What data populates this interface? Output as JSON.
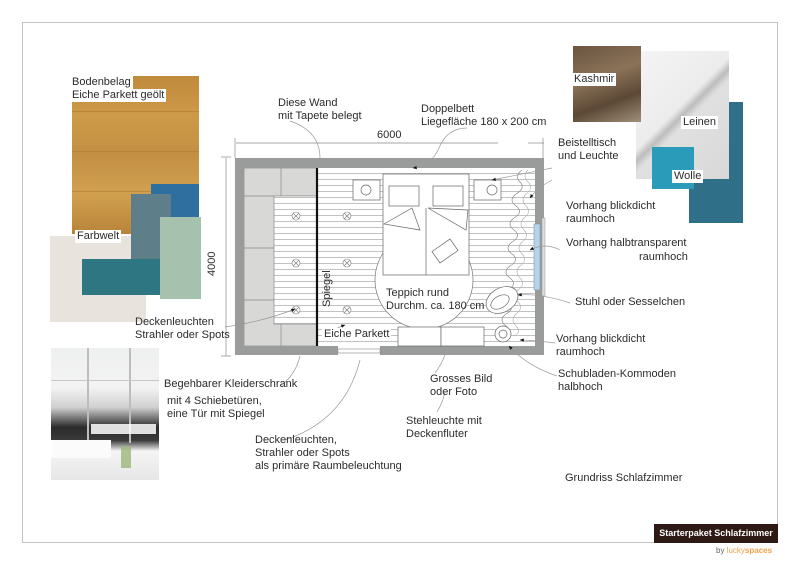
{
  "title": "Grundriss Schlafzimmer",
  "footer": {
    "package": "Starterpaket Schlafzimmer",
    "by": "by",
    "brand_lucky": "lucky",
    "brand_spaces": "spaces"
  },
  "dimensions": {
    "width": "6000",
    "depth": "4000"
  },
  "moodboard": {
    "floor": {
      "label_line1": "Bodenbelag",
      "label_line2": "Eiche Parkett geölt",
      "color": "#c6943f"
    },
    "palette": {
      "label": "Farbwelt",
      "swatches": [
        {
          "name": "concrete",
          "color": "#e7e3dc"
        },
        {
          "name": "blue",
          "color": "#2f6fa0"
        },
        {
          "name": "slate",
          "color": "#5e7f8a"
        },
        {
          "name": "petrol",
          "color": "#2f7683"
        },
        {
          "name": "sage",
          "color": "#a6c2ae"
        }
      ]
    },
    "textiles": [
      {
        "label": "Kashmir",
        "color": "#7a654c"
      },
      {
        "label": "Leinen",
        "color": "#e3e3e3"
      },
      {
        "label": "Wolle",
        "color": "#2a9bb8"
      },
      {
        "label": "",
        "color": "#2f6f88"
      }
    ],
    "wardrobe_photo": {
      "alt": "Begehbarer Kleiderschrank mit Spiegeltüren"
    }
  },
  "plan_labels": {
    "wall_paper": {
      "line1": "Diese Wand",
      "line2": "mit Tapete belegt"
    },
    "bed": {
      "line1": "Doppelbett",
      "line2": "Liegefläche 180 x 200 cm"
    },
    "side_table": {
      "line1": "Beistelltisch",
      "line2": "und Leuchte"
    },
    "curtain_opaque_top": {
      "line1": "Vorhang blickdicht",
      "line2": "raumhoch"
    },
    "curtain_sheer": {
      "line1": "Vorhang halbtransparent",
      "line2": "raumhoch"
    },
    "chair": {
      "line1": "Stuhl oder Sesselchen"
    },
    "curtain_opaque_bottom": {
      "line1": "Vorhang blickdicht",
      "line2": "raumhoch"
    },
    "dressers": {
      "line1": "Schubladen-Kommoden",
      "line2": "halbhoch"
    },
    "rug": {
      "line1": "Teppich rund",
      "line2": "Durchm. ca. 180 cm"
    },
    "mirror": "Spiegel",
    "parquet": "Eiche Parkett",
    "ceiling_lights_wardrobe": {
      "line1": "Deckenleuchten",
      "line2": "Strahler oder Spots"
    },
    "wardrobe": {
      "line1": "Begehbarer Kleiderschrank",
      "line2": "mit 4 Schiebetüren,",
      "line3": "eine Tür mit Spiegel"
    },
    "ceiling_lights_main": {
      "line1": "Deckenleuchten,",
      "line2": "Strahler oder Spots",
      "line3": "als primäre Raumbeleuchtung"
    },
    "picture": {
      "line1": "Grosses Bild",
      "line2": "oder Foto"
    },
    "floor_lamp": {
      "line1": "Stehleuchte mit",
      "line2": "Deckenfluter"
    }
  },
  "colors": {
    "wall": "#9a9c9c",
    "wardrobe_fill": "#d8d8d6",
    "window": "#b7d3ea",
    "line": "#555555",
    "footer_bg": "#2e1a14",
    "brand": "#f0a24a"
  }
}
